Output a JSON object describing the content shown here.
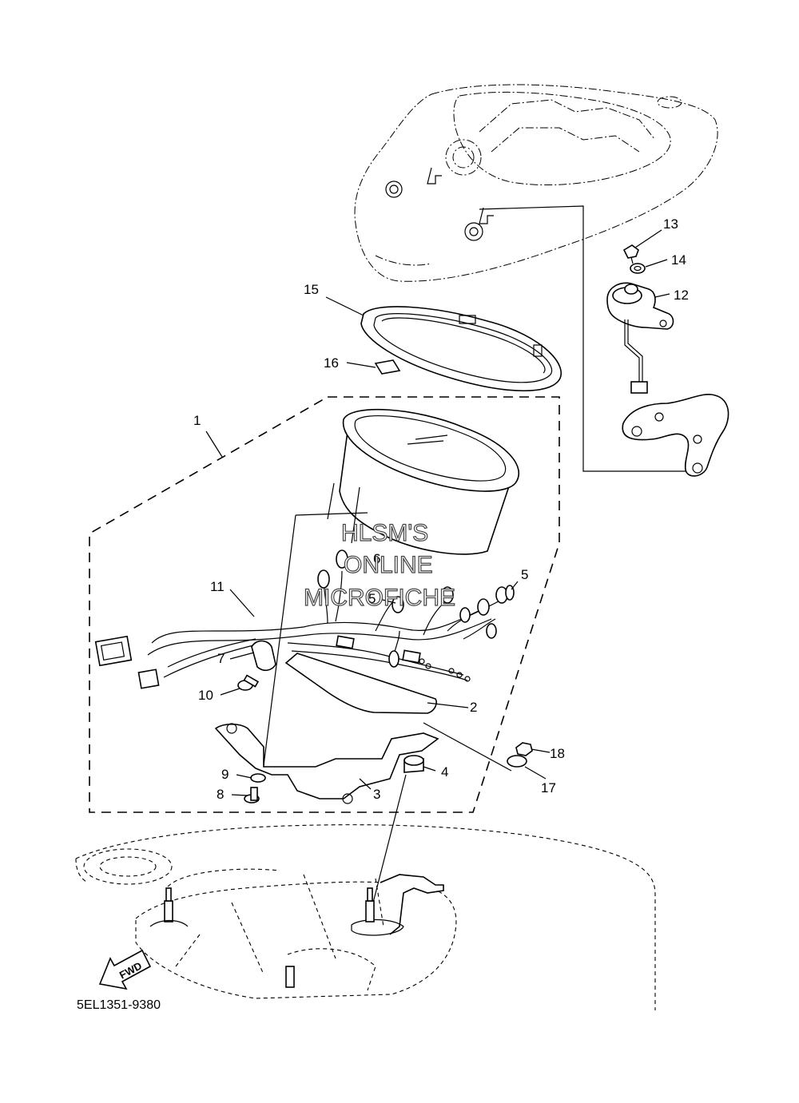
{
  "diagram": {
    "part_labels": [
      "1",
      "2",
      "3",
      "4",
      "5",
      "5",
      "6",
      "7",
      "8",
      "9",
      "10",
      "11",
      "12",
      "13",
      "14",
      "15",
      "16",
      "17",
      "18"
    ],
    "drawing_code": "5EL1351-9380",
    "direction_marker": "FWD",
    "watermark_lines": [
      "HLSM'S",
      "ONLINE",
      "MICROFICHE"
    ]
  }
}
